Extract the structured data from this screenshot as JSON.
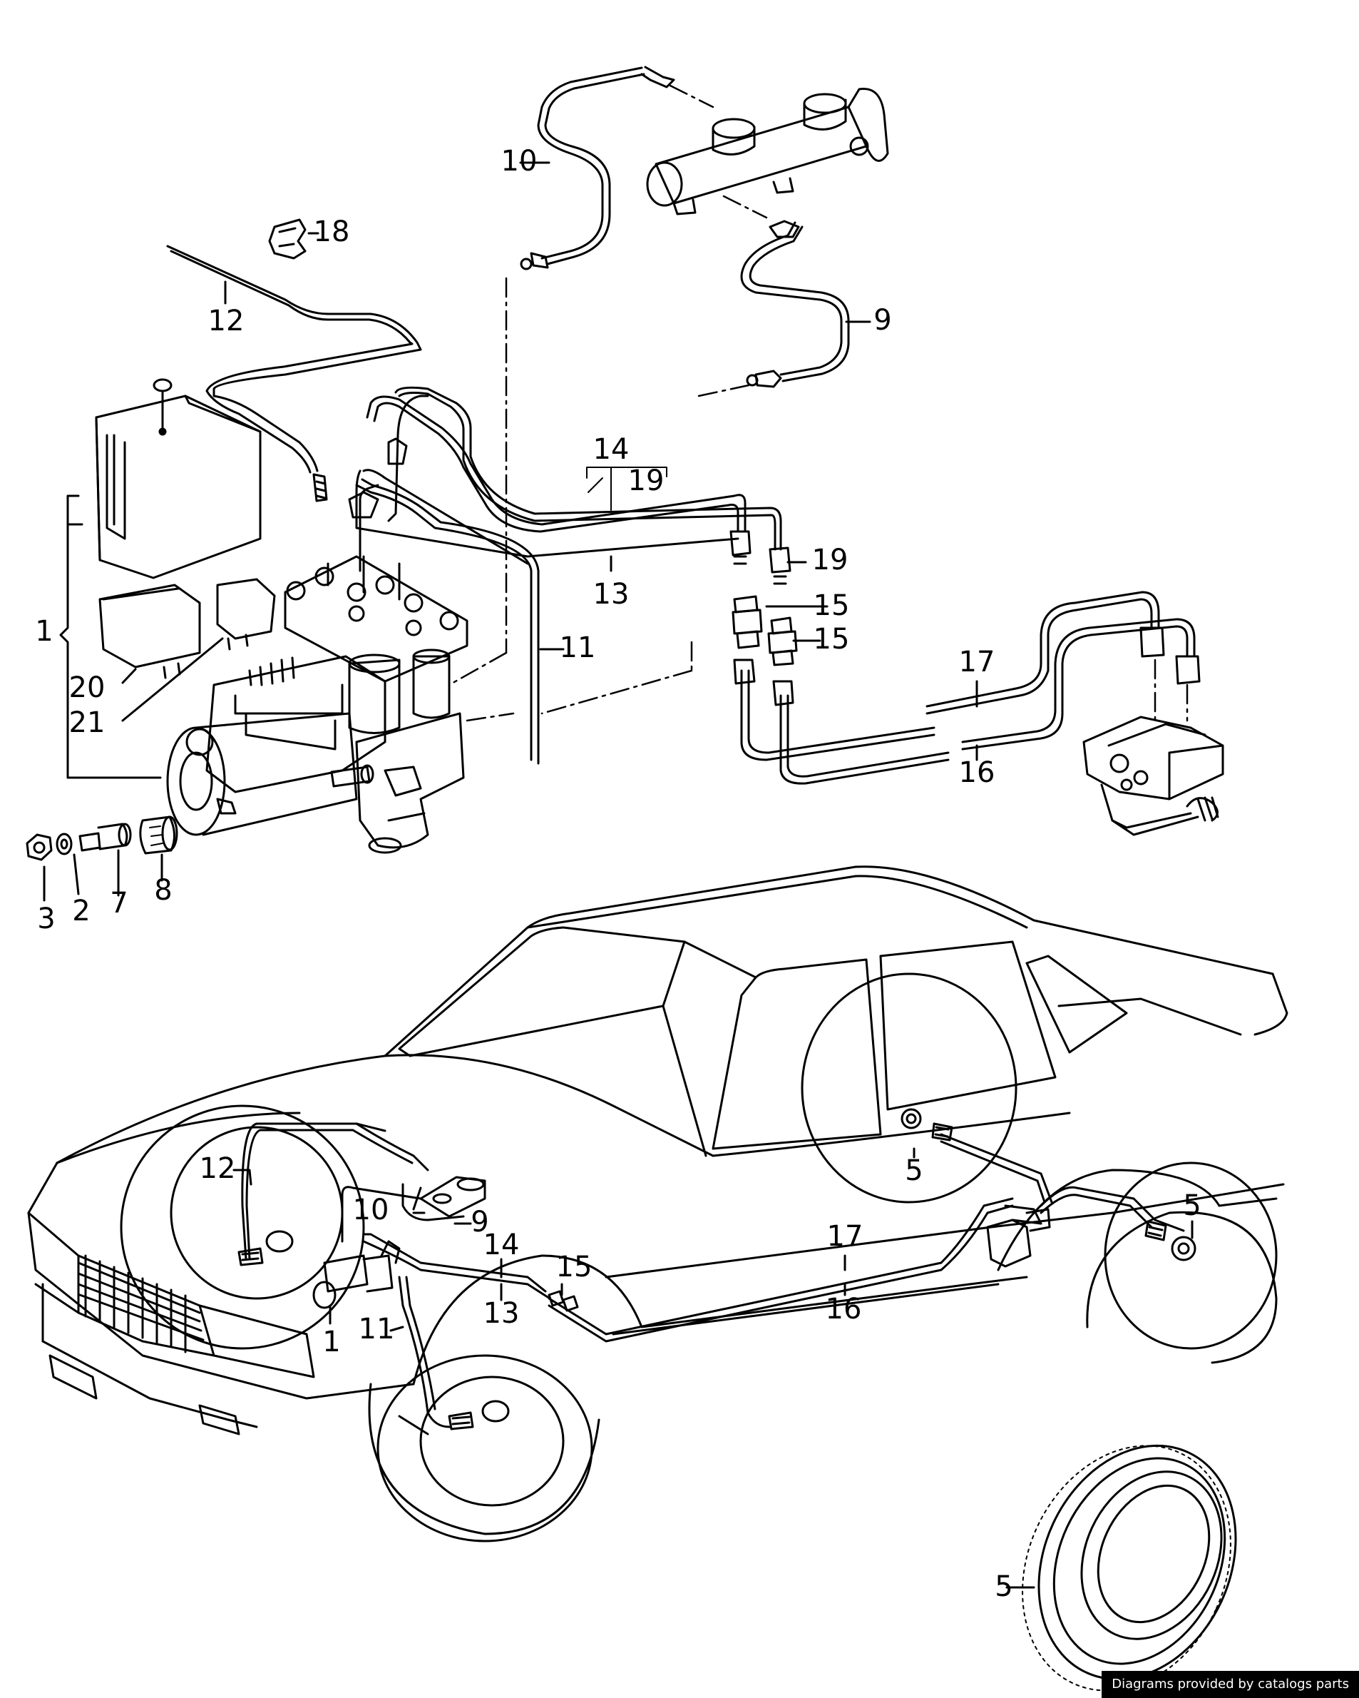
{
  "labels": {
    "l1": "1",
    "l2": "2",
    "l3": "3",
    "l5": "5",
    "l7": "7",
    "l8": "8",
    "l9": "9",
    "l10": "10",
    "l11": "11",
    "l12": "12",
    "l13": "13",
    "l14": "14",
    "l15": "15",
    "l16": "16",
    "l17": "17",
    "l18": "18",
    "l19": "19",
    "l20": "20",
    "l21": "21"
  },
  "watermark": "Diagrams provided by catalogs parts"
}
